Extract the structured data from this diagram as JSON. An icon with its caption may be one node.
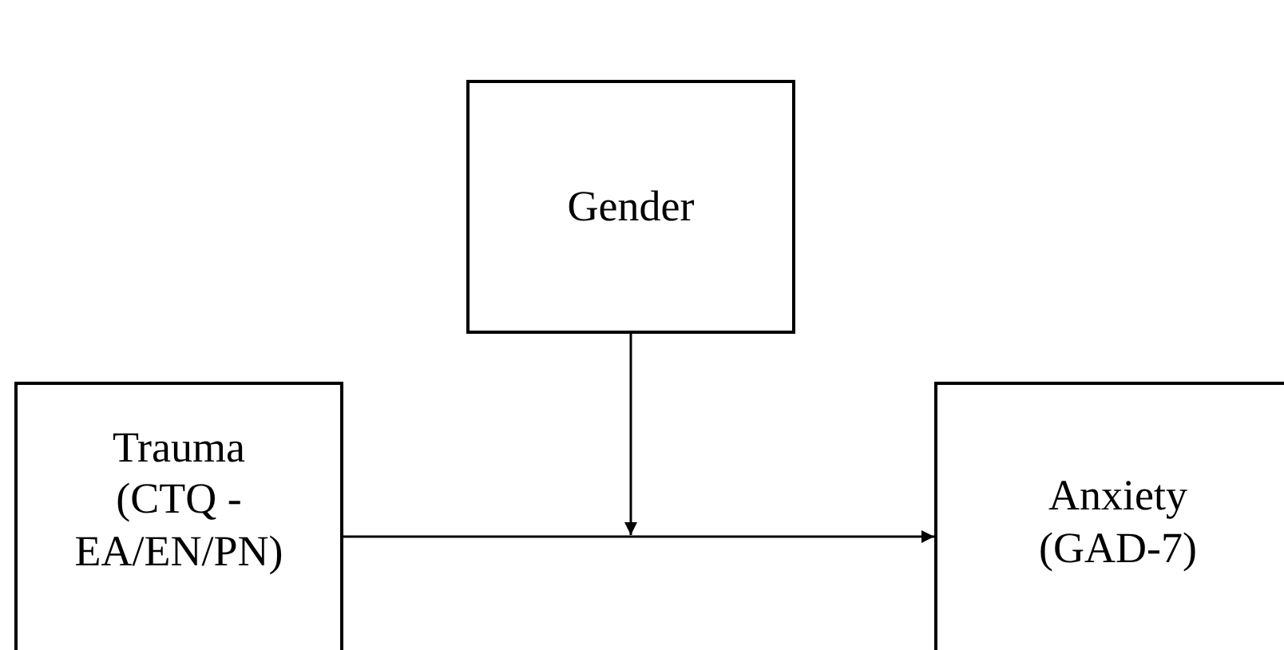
{
  "diagram": {
    "nodes": [
      {
        "text": [
          "Gender"
        ]
      },
      {
        "text": [
          "Trauma (CTQ - EA/EN/PN)"
        ]
      },
      {
        "text": [
          "Anxiety (GAD-7)"
        ]
      }
    ],
    "edges": [
      {
        "from": 1,
        "to": 2,
        "arrow": "to"
      },
      {
        "from": 0,
        "to": null,
        "arrow": "to"
      }
    ]
  }
}
